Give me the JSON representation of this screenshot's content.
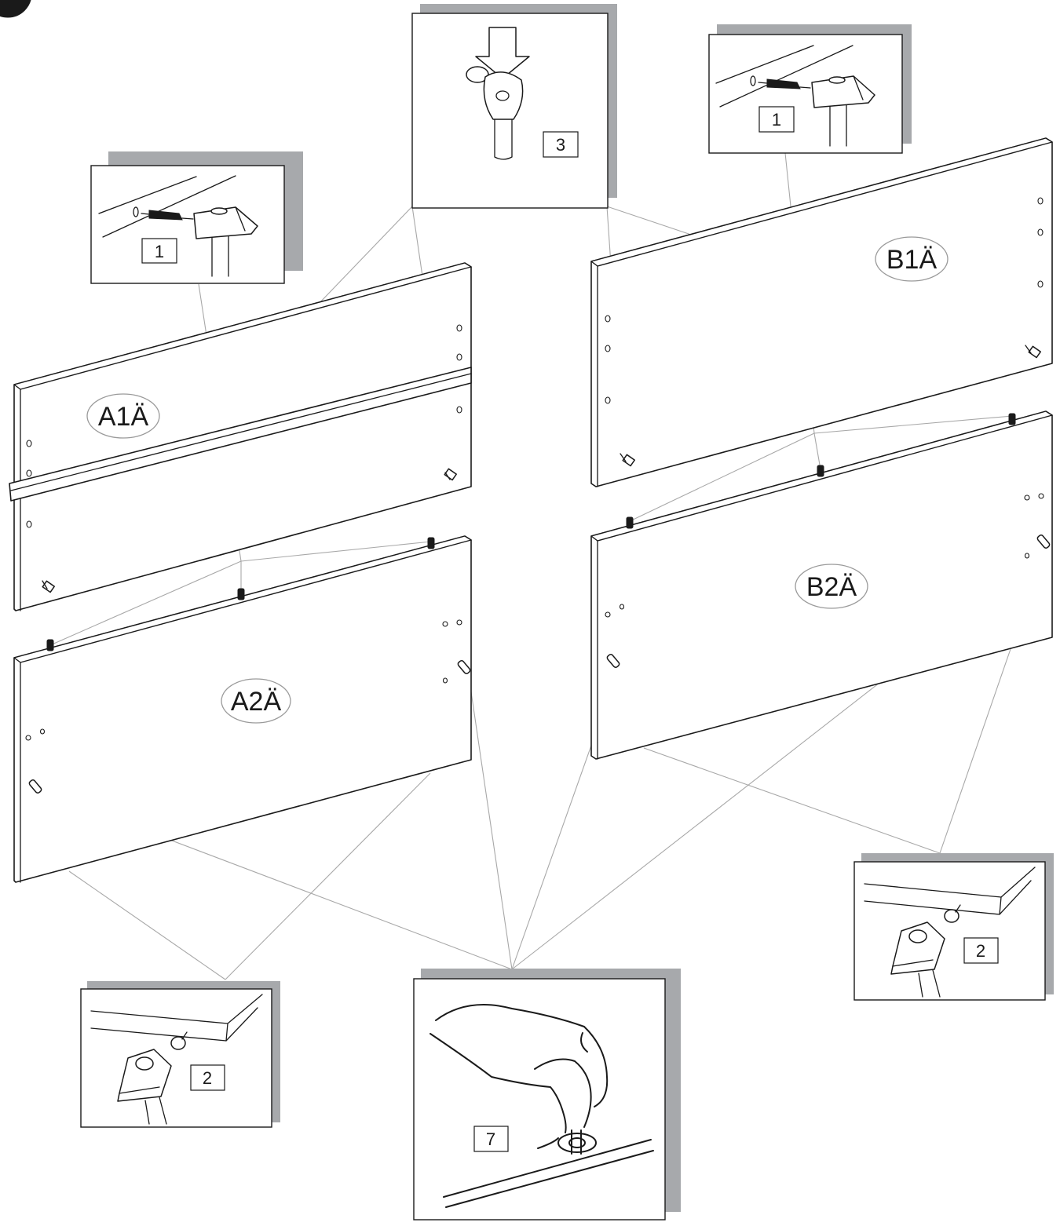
{
  "parts": [
    {
      "id": "a1",
      "label": "A1Ä"
    },
    {
      "id": "a2",
      "label": "A2Ä"
    },
    {
      "id": "b1",
      "label": "B1Ä"
    },
    {
      "id": "b2",
      "label": "B2Ä"
    }
  ],
  "steps": [
    {
      "id": "step-1-left",
      "number": "1",
      "depicts": "hammer-dowel"
    },
    {
      "id": "step-1-right",
      "number": "1",
      "depicts": "hammer-dowel"
    },
    {
      "id": "step-2-left",
      "number": "2",
      "depicts": "hammer-cam-bolt"
    },
    {
      "id": "step-2-right",
      "number": "2",
      "depicts": "hammer-cam-bolt"
    },
    {
      "id": "step-3",
      "number": "3",
      "depicts": "press-cam-lock"
    },
    {
      "id": "step-7",
      "number": "7",
      "depicts": "hand-turn-cam-lock"
    }
  ],
  "colors": {
    "line": "#1a1a1a",
    "leader": "#a8a8a8",
    "shadow": "#a7a9ac",
    "background": "#ffffff"
  },
  "icons": [
    "hammer-icon",
    "dowel-icon",
    "cam-bolt-icon",
    "hand-icon",
    "cam-lock-icon",
    "arrow-down-icon"
  ]
}
